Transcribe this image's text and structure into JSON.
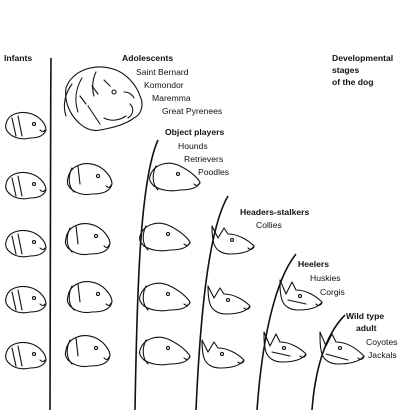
{
  "title": "Developmental stages of the dog",
  "title_lines": [
    "Developmental",
    "stages",
    "of the dog"
  ],
  "infants_label": "Infants",
  "groups": [
    {
      "id": "adolescents",
      "label": "Adolescents",
      "breeds": [
        "Saint Bernard",
        "Komondor",
        "Maremma",
        "Great Pyrenees"
      ]
    },
    {
      "id": "object-players",
      "label": "Object players",
      "breeds": [
        "Hounds",
        "Retrievers",
        "Poodles"
      ]
    },
    {
      "id": "headers-stalkers",
      "label": "Headers-stalkers",
      "breeds": [
        "Collies"
      ]
    },
    {
      "id": "heelers",
      "label": "Heelers",
      "breeds": [
        "Huskies",
        "Corgis"
      ]
    },
    {
      "id": "wild-type",
      "label_lines": [
        "Wild type",
        "adult"
      ],
      "breeds": [
        "Coyotes",
        "Jackals"
      ]
    }
  ],
  "colors": {
    "ink": "#111111",
    "background": "#ffffff"
  }
}
